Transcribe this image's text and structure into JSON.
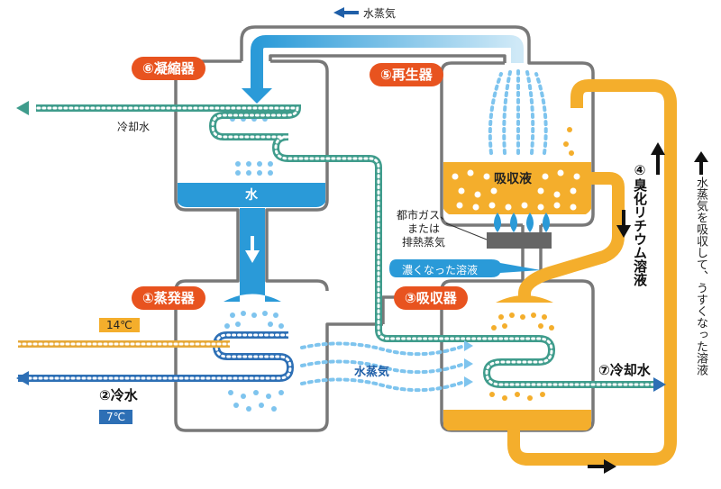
{
  "labels": {
    "steam_top": "水蒸気",
    "condenser": "⑥凝縮器",
    "regenerator": "⑤再生器",
    "evaporator": "①蒸発器",
    "absorber": "③吸収器",
    "cooling_water_left": "冷却水",
    "water": "水",
    "absorbent": "吸収液",
    "fuel": "都市ガス、\nまたは\n排熱蒸気",
    "concentrated": "濃くなった溶液",
    "steam_mid": "水蒸気",
    "temp_in": "14℃",
    "chilled_water": "②冷水",
    "temp_out": "7℃",
    "cooling_water_right": "⑦冷却水",
    "lithium_bromide": "④臭化リチウム溶液",
    "side_note": "水蒸気を吸収して、うすくなった溶液"
  },
  "colors": {
    "vessel_outline": "#787878",
    "water_blue": "#2a9ad8",
    "solution_orange": "#f4ae2c",
    "label_red": "#e8531f",
    "steam_light_blue": "#7ec4ee",
    "cooling_pipe": "#3f9c8c",
    "chilled_pipe": "#2d6fb5",
    "warm_pipe": "#e6a93a"
  },
  "icons": [
    "arrow-left-icon",
    "arrow-down-icon",
    "arrow-up-icon",
    "arrow-right-icon",
    "burner-flame-icon"
  ]
}
